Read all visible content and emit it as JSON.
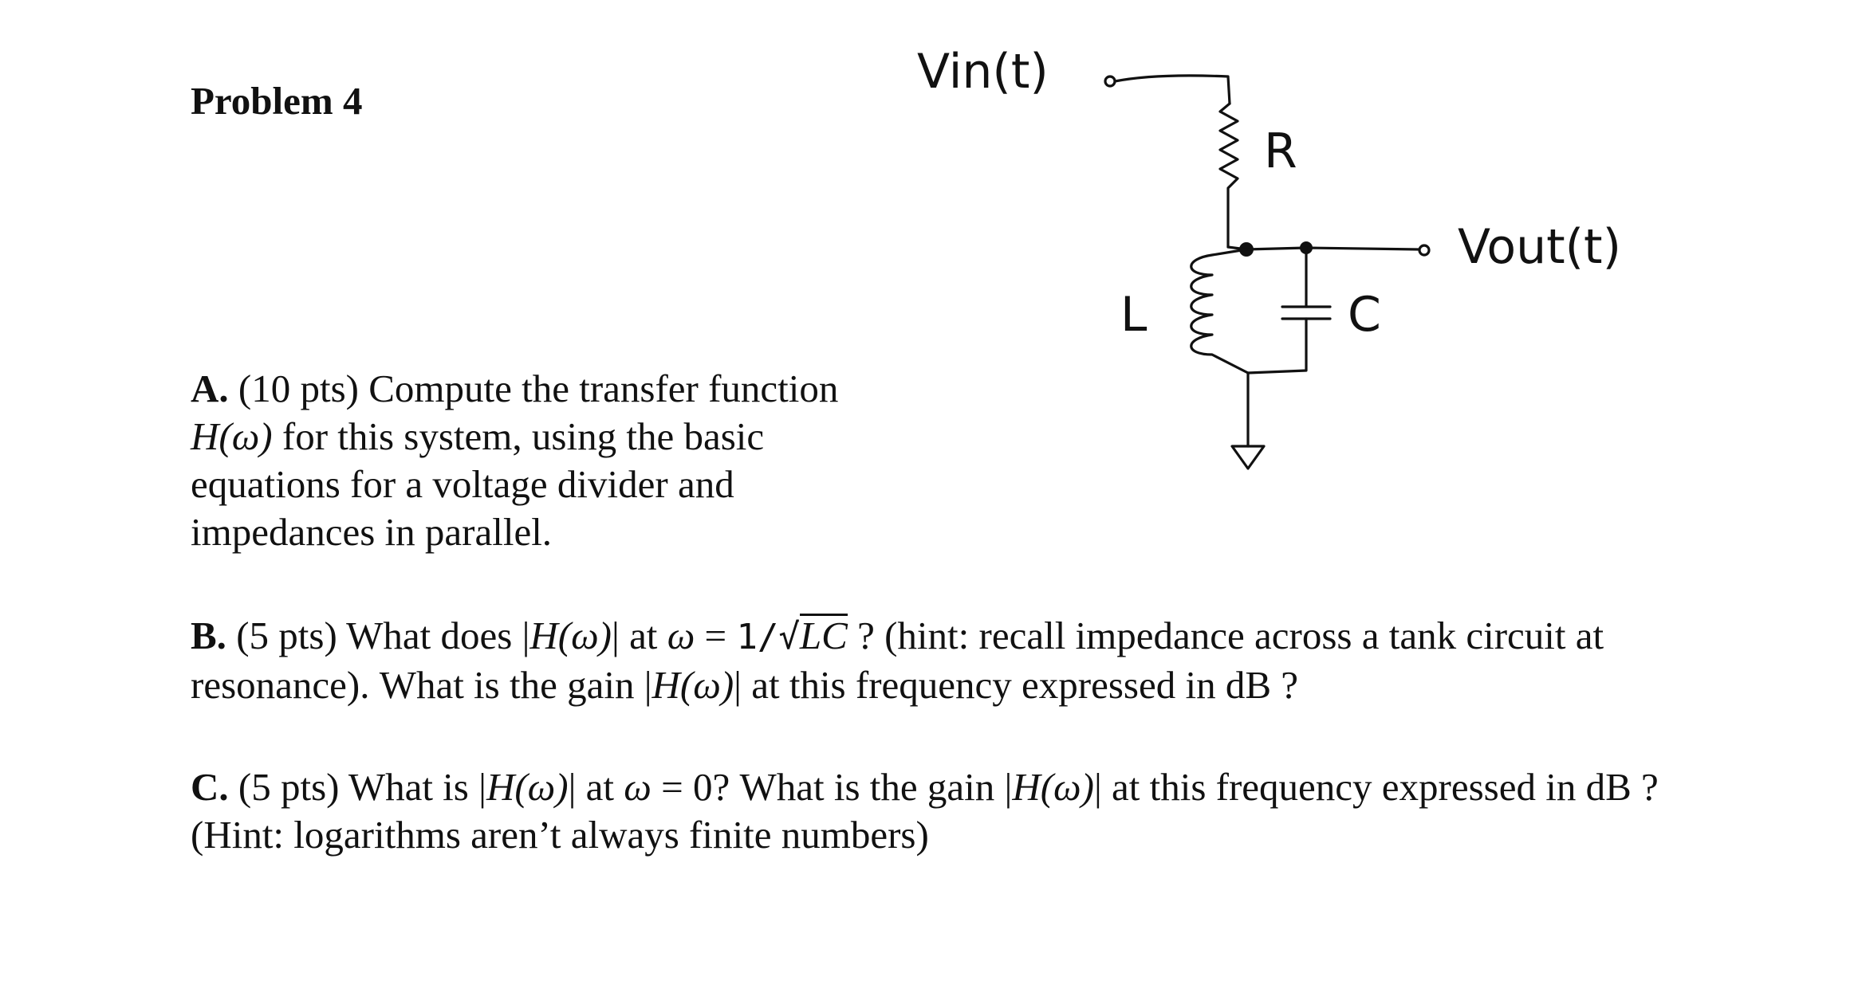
{
  "problem": {
    "title": "Problem 4"
  },
  "circuit": {
    "vin_label": "Vin(t)",
    "vout_label": "Vout(t)",
    "resistor_label": "R",
    "inductor_label": "L",
    "capacitor_label": "C"
  },
  "part_a": {
    "label": "A.",
    "pts": " (10 pts) Compute the transfer function ",
    "func": "H(ω)",
    "rest": " for this system, using the basic equations for a voltage divider and impedances in parallel."
  },
  "part_b": {
    "label": "B.",
    "pts": " (5 pts) What does ",
    "abs_open": "|",
    "func": "H(ω)",
    "abs_close": "|",
    "at": " at ",
    "omega": "ω",
    "eq": " = ",
    "one_over": "1/√",
    "lc": "LC",
    "rest": " ?  (hint: recall impedance across a tank circuit at resonance).   What is the gain |",
    "func2": "H(ω)",
    "rest2": "| at this frequency expressed in dB ?"
  },
  "part_c": {
    "label": "C.",
    "pts": " (5 pts) What is |",
    "func": "H(ω)",
    "at": "| at ",
    "omega": "ω",
    "eq": " = 0?  What is the gain |",
    "func2": "H(ω)",
    "rest": "| at this frequency expressed in dB ? (Hint: logarithms aren’t always finite numbers)"
  }
}
